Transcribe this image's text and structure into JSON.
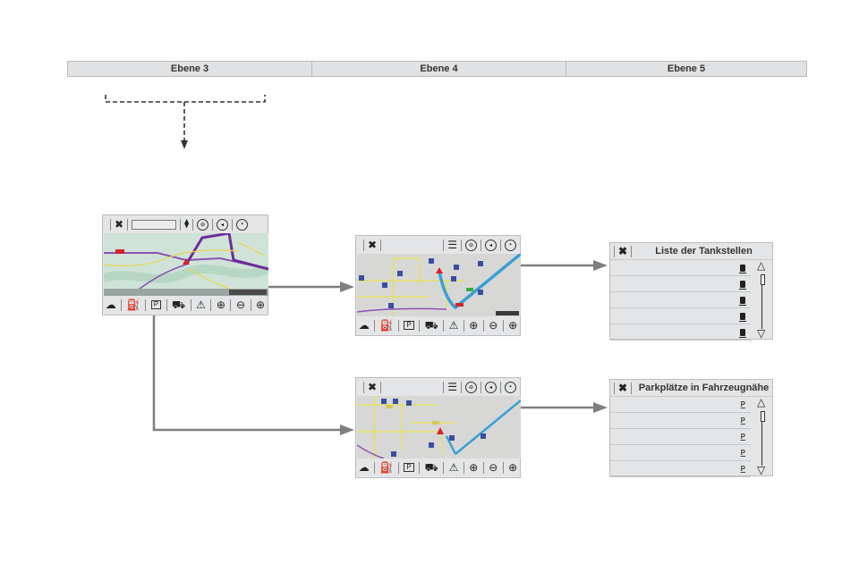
{
  "header": {
    "columns": [
      "Ebene 3",
      "Ebene 4",
      "Ebene 5"
    ]
  },
  "level3_screen": {
    "name": "navigation-map-overview",
    "top_icons": [
      "close-icon",
      "search-field",
      "route-settings-icon",
      "traffic-icon",
      "navigate-icon",
      "destination-icon"
    ],
    "bottom_icons": [
      "weather-icon",
      "fuel-station-icon",
      "parking-icon",
      "driver-service-icon",
      "warning-icon",
      "add-icon",
      "zoom-out-icon",
      "zoom-in-icon"
    ]
  },
  "level4_fuel_screen": {
    "name": "fuel-stations-map",
    "top_icons": [
      "close-icon",
      "list-icon",
      "traffic-icon",
      "navigate-icon",
      "destination-icon"
    ],
    "bottom_icons": [
      "weather-icon",
      "fuel-station-icon",
      "parking-icon",
      "driver-service-icon",
      "warning-icon",
      "add-icon",
      "zoom-out-icon",
      "zoom-in-icon"
    ]
  },
  "level4_parking_screen": {
    "name": "parking-map",
    "top_icons": [
      "close-icon",
      "list-icon",
      "traffic-icon",
      "navigate-icon",
      "destination-icon"
    ],
    "bottom_icons": [
      "weather-icon",
      "fuel-station-icon",
      "parking-icon",
      "driver-service-icon",
      "warning-icon",
      "add-icon",
      "zoom-out-icon",
      "zoom-in-icon"
    ]
  },
  "level5_fuel_list": {
    "title": "Liste der Tankstellen",
    "row_count": 5,
    "row_icon": "fuel-station-icon",
    "scroll_up": "△",
    "scroll_down": "▽"
  },
  "level5_parking_list": {
    "title": "Parkplätze in Fahrzeugnähe",
    "row_count": 5,
    "row_icon": "parking-icon",
    "row_glyph": "P",
    "scroll_up": "△",
    "scroll_down": "▽"
  },
  "glyphs": {
    "close": "✖",
    "list": "☰",
    "warning": "⚠",
    "add": "⊕",
    "parking": "P"
  },
  "colors": {
    "header_bg": "#e1e2e4",
    "screen_bg": "#e4e5e6",
    "connector": "#7f7f7f",
    "route_purple": "#7a3fa3",
    "route_blue": "#3b9fd3",
    "road_yellow": "#e8e05a",
    "position_marker": "#d2232a"
  }
}
